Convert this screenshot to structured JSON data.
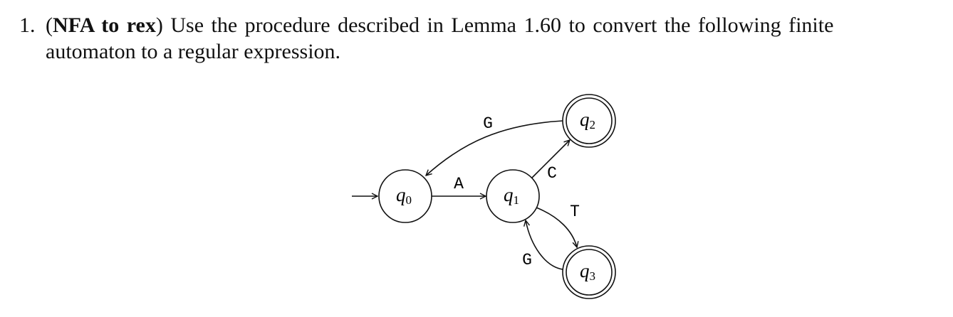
{
  "problem": {
    "number": "1.",
    "title": "NFA to rex",
    "open_paren": "(",
    "close_paren": ")",
    "text_line1": "Use the procedure described in Lemma 1.60 to convert the following finite",
    "text_line2": "automaton to a regular expression."
  },
  "automaton": {
    "states": [
      {
        "id": "q0",
        "base": "q",
        "sub": "0",
        "accepting": false,
        "start": true
      },
      {
        "id": "q1",
        "base": "q",
        "sub": "1",
        "accepting": false,
        "start": false
      },
      {
        "id": "q2",
        "base": "q",
        "sub": "2",
        "accepting": true,
        "start": false
      },
      {
        "id": "q3",
        "base": "q",
        "sub": "3",
        "accepting": true,
        "start": false
      }
    ],
    "transitions": [
      {
        "from": "q0",
        "to": "q1",
        "label": "A"
      },
      {
        "from": "q1",
        "to": "q2",
        "label": "C"
      },
      {
        "from": "q2",
        "to": "q0",
        "label": "G"
      },
      {
        "from": "q1",
        "to": "q3",
        "label": "T"
      },
      {
        "from": "q3",
        "to": "q1",
        "label": "G"
      }
    ]
  }
}
